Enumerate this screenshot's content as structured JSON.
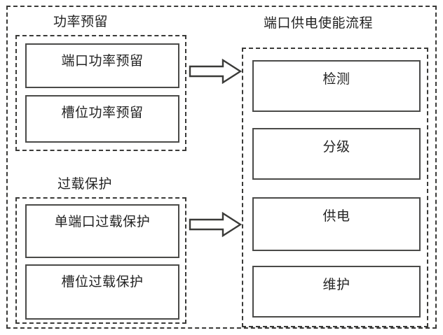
{
  "diagram": {
    "title_left_group_1": "功率预留",
    "title_left_group_2": "过载保护",
    "title_right_group": "端口供电使能流程",
    "left_groups": [
      {
        "name": "power-reservation",
        "title": "功率预留",
        "items": [
          {
            "label": "端口功率预留"
          },
          {
            "label": "槽位功率预留"
          }
        ]
      },
      {
        "name": "overload-protection",
        "title": "过载保护",
        "items": [
          {
            "label": "单端口过载保护"
          },
          {
            "label": "槽位过载保护"
          }
        ]
      }
    ],
    "right_group": {
      "name": "port-power-enable-flow",
      "title": "端口供电使能流程",
      "steps": [
        {
          "label": "检测"
        },
        {
          "label": "分级"
        },
        {
          "label": "供电"
        },
        {
          "label": "维护"
        }
      ]
    },
    "arrows": [
      {
        "name": "arrow-power-reservation-to-flow",
        "glyph": "block-arrow-right"
      },
      {
        "name": "arrow-overload-protection-to-flow",
        "glyph": "block-arrow-right"
      }
    ],
    "colors": {
      "line": "#3a3a38",
      "box_border": "#4a4a48",
      "text": "#232323",
      "background": "#ffffff"
    }
  }
}
